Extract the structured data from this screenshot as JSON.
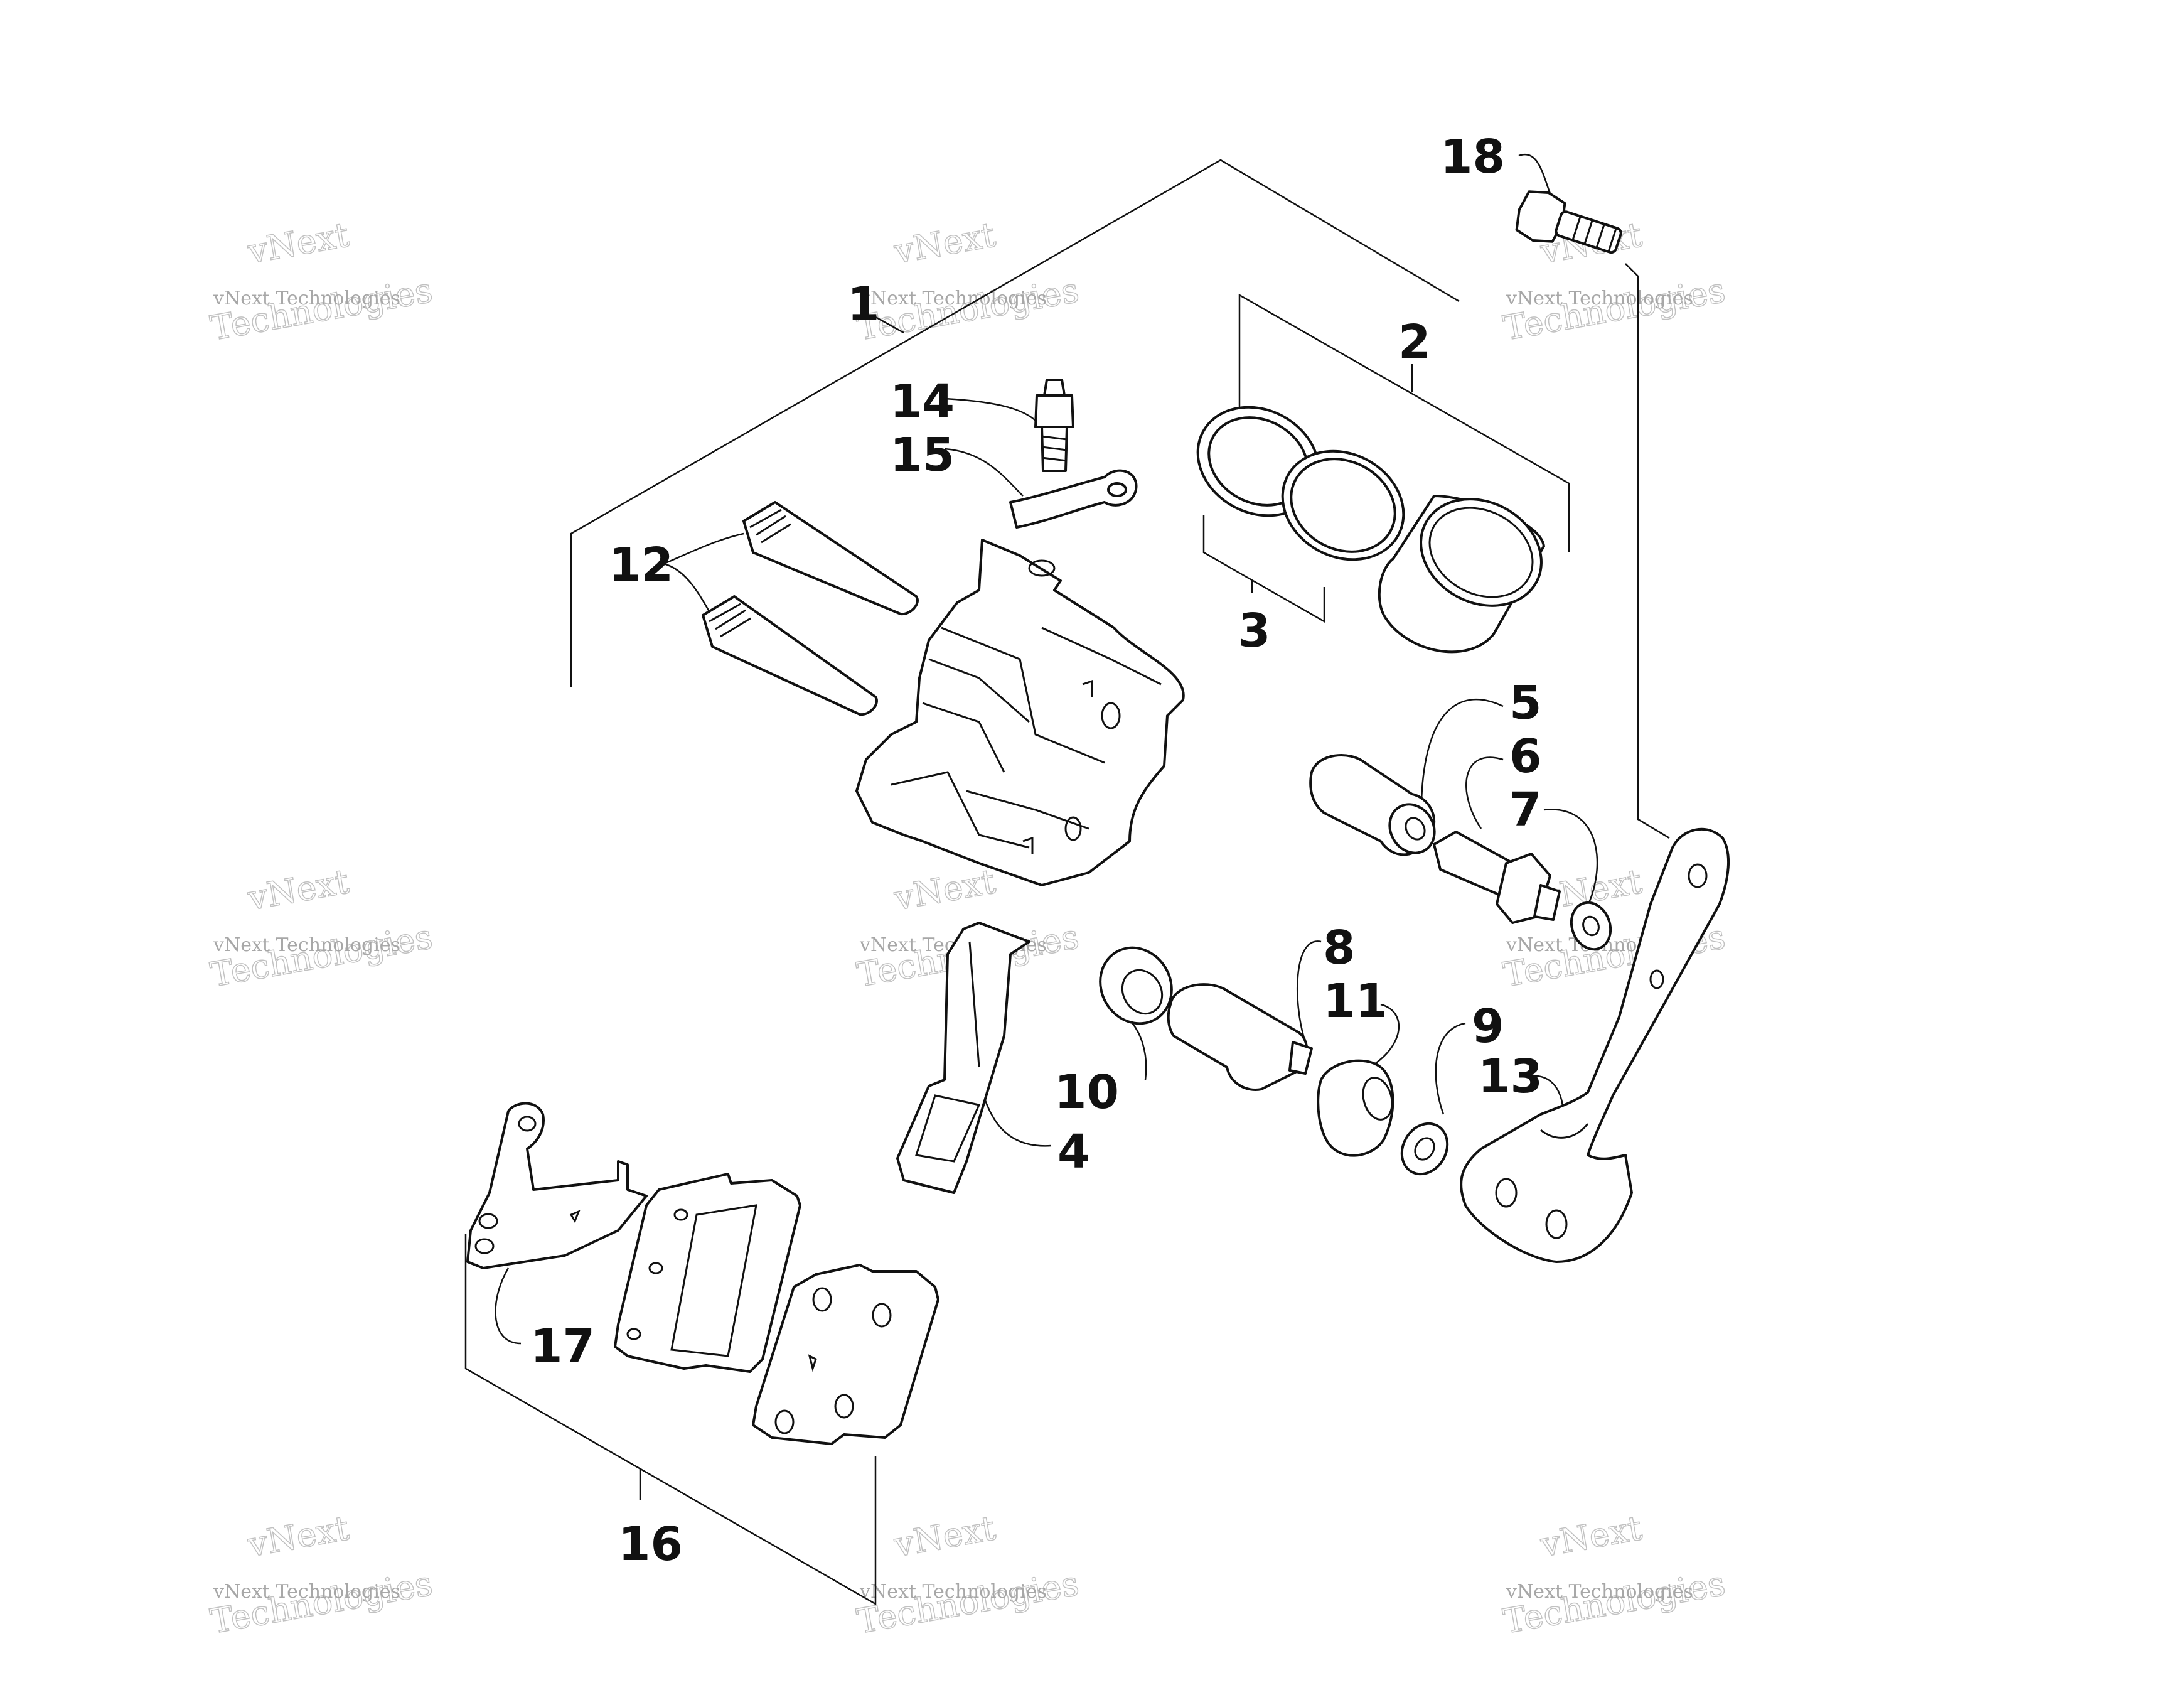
{
  "diagram": {
    "callouts": [
      {
        "id": "1",
        "label": "1"
      },
      {
        "id": "2",
        "label": "2"
      },
      {
        "id": "3",
        "label": "3"
      },
      {
        "id": "4",
        "label": "4"
      },
      {
        "id": "5",
        "label": "5"
      },
      {
        "id": "6",
        "label": "6"
      },
      {
        "id": "7",
        "label": "7"
      },
      {
        "id": "8",
        "label": "8"
      },
      {
        "id": "9",
        "label": "9"
      },
      {
        "id": "10",
        "label": "10"
      },
      {
        "id": "11",
        "label": "11"
      },
      {
        "id": "12",
        "label": "12"
      },
      {
        "id": "13",
        "label": "13"
      },
      {
        "id": "14",
        "label": "14"
      },
      {
        "id": "15",
        "label": "15"
      },
      {
        "id": "16",
        "label": "16"
      },
      {
        "id": "17",
        "label": "17"
      },
      {
        "id": "18",
        "label": "18"
      }
    ]
  },
  "watermark": {
    "line1": "vNext",
    "line2": "vNext Technologies",
    "line3": "Technologies"
  },
  "colors": {
    "ink": "#111111",
    "background": "#ffffff",
    "watermark": "#a8a8a8"
  }
}
